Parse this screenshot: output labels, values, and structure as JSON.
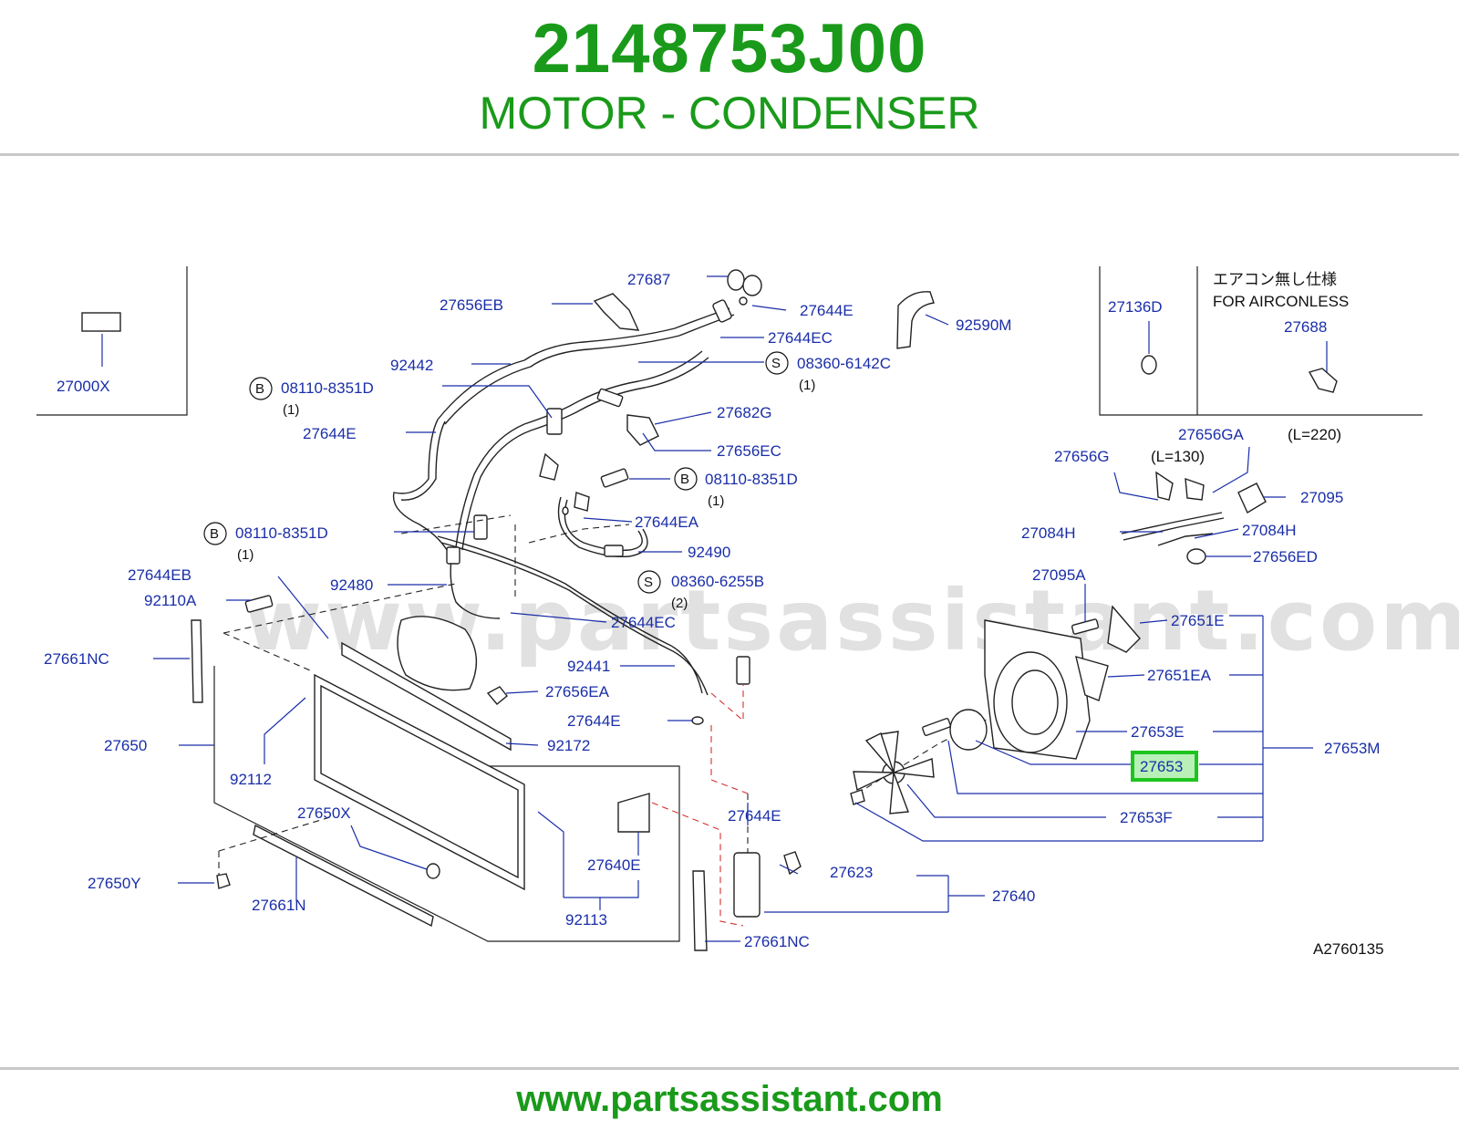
{
  "header": {
    "part_number": "2148753J00",
    "title": "MOTOR - CONDENSER"
  },
  "footer": {
    "url": "www.partsassistant.com"
  },
  "watermark": "www.partsassistant.com",
  "diagram": {
    "code": "A2760135",
    "inset_note_jp": "エアコン無し仕様",
    "inset_note_en": "FOR  AIRCONLESS",
    "highlighted_part": "27653",
    "labels": {
      "p27000X": "27000X",
      "p27687": "27687",
      "p27656EB": "27656EB",
      "p27644E_a": "27644E",
      "p92590M": "92590M",
      "p27644EC_a": "27644EC",
      "p92442": "92442",
      "p08360_6142C": "08360-6142C",
      "qty_s1": "(1)",
      "p08110_a": "08110-8351D",
      "qty_b1": "(1)",
      "p27682G": "27682G",
      "p27644E_b": "27644E",
      "p27656EC": "27656EC",
      "p08110_b": "08110-8351D",
      "qty_b2": "(1)",
      "p27644EA": "27644EA",
      "p08110_c": "08110-8351D",
      "qty_b3": "(1)",
      "p92490": "92490",
      "p27644EB": "27644EB",
      "p92480": "92480",
      "p08360_6255B": "08360-6255B",
      "qty_s2": "(2)",
      "p92110A": "92110A",
      "p27644EC_b": "27644EC",
      "p27661NC_a": "27661NC",
      "p92441": "92441",
      "p27656EA": "27656EA",
      "p27644E_c": "27644E",
      "p27650": "27650",
      "p92172": "92172",
      "p92112": "92112",
      "p27644E_d": "27644E",
      "p27650X": "27650X",
      "p27640E": "27640E",
      "p27623": "27623",
      "p27650Y": "27650Y",
      "p27640": "27640",
      "p27661N": "27661N",
      "p92113": "92113",
      "p27661NC_b": "27661NC",
      "p27136D": "27136D",
      "p27688": "27688",
      "p27656GA": "27656GA",
      "len_220": "(L=220)",
      "p27656G": "27656G",
      "len_130": "(L=130)",
      "p27095": "27095",
      "p27084H_a": "27084H",
      "p27084H_b": "27084H",
      "p27656ED": "27656ED",
      "p27095A": "27095A",
      "p27651E": "27651E",
      "p27651EA": "27651EA",
      "p27653E": "27653E",
      "p27653M": "27653M",
      "p27653F": "27653F",
      "mark_b": "B",
      "mark_s": "S"
    }
  },
  "colors": {
    "brand_green": "#1a9a1a",
    "label_blue": "#1a2ea8",
    "highlight_green": "#1ec41e",
    "highlight_fill": "#b8f0b8"
  }
}
